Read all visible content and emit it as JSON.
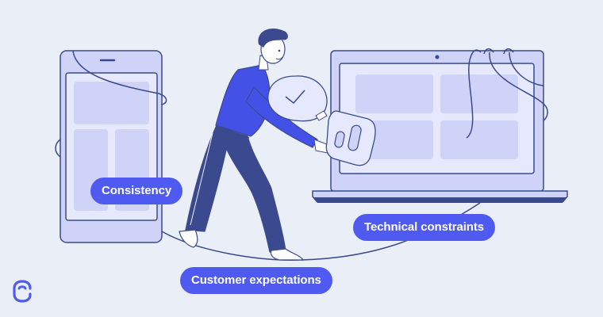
{
  "illustration": {
    "labels": {
      "consistency": "Consistency",
      "customer_expectations": "Customer expectations",
      "technical_constraints": "Technical constraints"
    },
    "elements": [
      "phone-device",
      "laptop-device",
      "person-balancing",
      "speech-bubble-check",
      "toggle-card",
      "tightrope"
    ],
    "colors": {
      "background": "#e9eef7",
      "accent": "#4f5bf0",
      "outline": "#3a4a8c",
      "device_fill": "#cfd3f7",
      "screen_fill": "#e6e9fd",
      "shirt": "#4451e6",
      "pants": "#3b4a8e"
    }
  },
  "brand": {
    "logo_icon": "brand-logo-icon"
  }
}
